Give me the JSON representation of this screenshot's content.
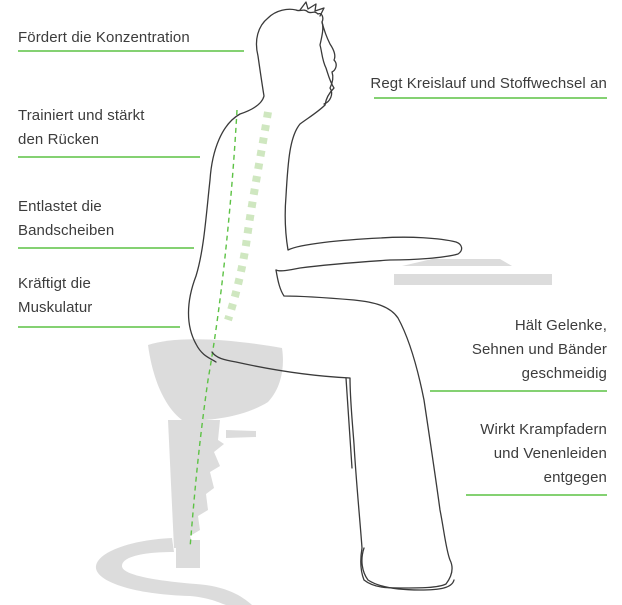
{
  "colors": {
    "accent_green": "#5cc244",
    "spine_green": "#cfe7c0",
    "chair_grey": "#dcdcdc",
    "outline": "#3a3a3a",
    "text": "#3c3c3c"
  },
  "labels": {
    "konzentration": "Fördert die Konzentration",
    "kreislauf": "Regt Kreislauf und Stoffwechsel an",
    "ruecken": "Trainiert und stärkt\nden Rücken",
    "bandscheiben": "Entlastet die\nBandscheiben",
    "muskulatur": "Kräftigt die\nMuskulatur",
    "gelenke": "Hält Gelenke,\nSehnen und Bänder\ngeschmeidig",
    "krampfadern": "Wirkt Krampfadern\nund Venenleiden\nentgegen"
  }
}
